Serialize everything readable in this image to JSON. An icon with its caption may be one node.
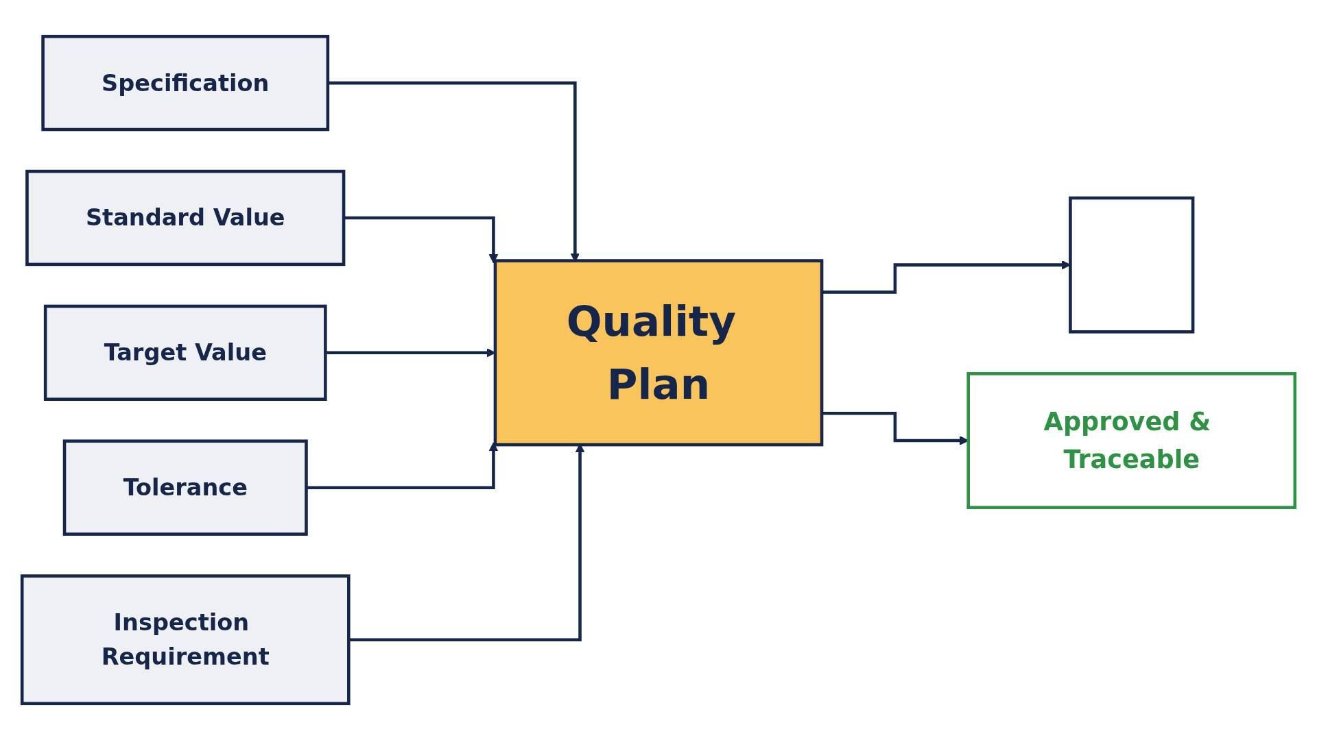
{
  "diagram": {
    "nodes": [
      {
        "text": [
          "Specification"
        ]
      },
      {
        "text": [
          "Standard Value"
        ]
      },
      {
        "text": [
          "Target Value"
        ]
      },
      {
        "text": [
          "Tolerance"
        ]
      },
      {
        "text": [
          "Inspection Requirement"
        ]
      },
      {
        "text": [
          "Quality Plan"
        ]
      },
      {
        "text": [],
        "shape": "box"
      },
      {
        "text": [
          "Approved & Traceable"
        ]
      }
    ],
    "edges": [
      {
        "from": 0,
        "to": 5,
        "arrow": "to"
      },
      {
        "from": 1,
        "to": 5,
        "arrow": "to"
      },
      {
        "from": 2,
        "to": 5,
        "arrow": "to"
      },
      {
        "from": 3,
        "to": 5,
        "arrow": "to"
      },
      {
        "from": 4,
        "to": 5,
        "arrow": "to"
      },
      {
        "from": 5,
        "to": 6,
        "arrow": "to"
      },
      {
        "from": 5,
        "to": 7,
        "arrow": "to"
      }
    ]
  }
}
